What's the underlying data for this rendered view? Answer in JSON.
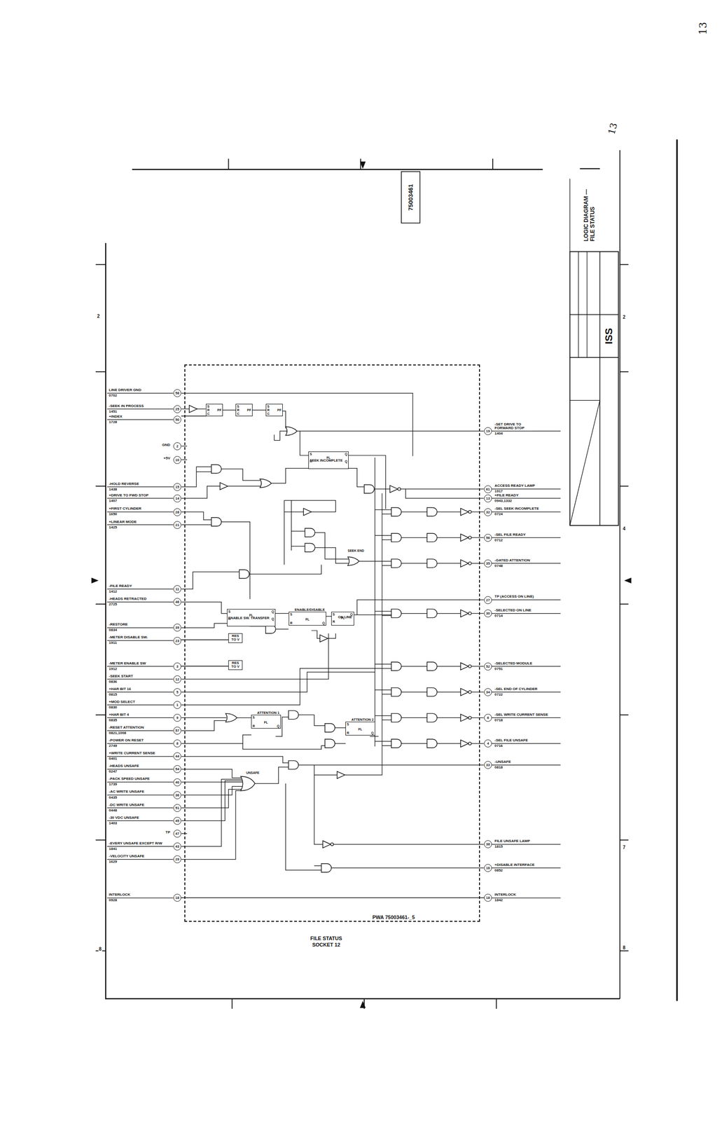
{
  "diagram": {
    "title": "LOGIC DIAGRAM — FILE STATUS",
    "caption": "FILE STATUS SOCKET 12",
    "nodes": [
      {
        "text": [
          "PWA 75003461-_5"
        ]
      },
      {
        "text": [
          "S",
          "PF",
          "R",
          "C"
        ],
        "in": 0
      },
      {
        "text": [
          "S",
          "PF",
          "R",
          "C"
        ],
        "in": 0
      },
      {
        "text": [
          "S",
          "PF",
          "R",
          "C"
        ],
        "in": 0
      },
      {
        "text": [
          "SEEK INCOMPLETE",
          "S",
          "Q",
          "FL",
          "R",
          "Q"
        ],
        "in": 0
      },
      {
        "text": [
          "ENABLE SW. TRANSFER",
          "S",
          "Q",
          "FL",
          "R",
          "Q"
        ],
        "in": 0
      },
      {
        "text": [
          "ENABLE/DISABLE",
          "S",
          "FL",
          "R",
          "Q"
        ],
        "in": 0
      },
      {
        "text": [
          "ON LINE",
          "S",
          "Q",
          "FL",
          "R"
        ],
        "in": 0
      },
      {
        "text": [
          "RES TO V"
        ],
        "in": 0
      },
      {
        "text": [
          "RES TO V"
        ],
        "in": 0
      },
      {
        "text": [
          "ATTENTION 1",
          "S",
          "FL",
          "R",
          "Q"
        ],
        "in": 0
      },
      {
        "text": [
          "ATTENTION 2",
          "S",
          "FL",
          "R",
          "Q"
        ],
        "in": 0
      },
      {
        "text": [
          "58"
        ]
      },
      {
        "text": [
          "25"
        ]
      },
      {
        "text": [
          "50"
        ]
      },
      {
        "text": [
          "2"
        ]
      },
      {
        "text": [
          "10"
        ]
      },
      {
        "text": [
          "15"
        ]
      },
      {
        "text": [
          "14"
        ]
      },
      {
        "text": [
          "28"
        ]
      },
      {
        "text": [
          "21"
        ]
      },
      {
        "text": [
          "11"
        ]
      },
      {
        "text": [
          "46"
        ]
      },
      {
        "text": [
          "39"
        ]
      },
      {
        "text": [
          "23"
        ]
      },
      {
        "text": [
          "3"
        ]
      },
      {
        "text": [
          "12"
        ]
      },
      {
        "text": [
          "5"
        ]
      },
      {
        "text": [
          "1"
        ]
      },
      {
        "text": [
          "9"
        ]
      },
      {
        "text": [
          "57"
        ]
      },
      {
        "text": [
          "8"
        ]
      },
      {
        "text": [
          "44"
        ]
      },
      {
        "text": [
          "54"
        ]
      },
      {
        "text": [
          "40"
        ]
      },
      {
        "text": [
          "36"
        ]
      },
      {
        "text": [
          "51"
        ]
      },
      {
        "text": [
          "45"
        ]
      },
      {
        "text": [
          "47"
        ]
      },
      {
        "text": [
          "43"
        ]
      },
      {
        "text": [
          "29"
        ]
      },
      {
        "text": [
          "18"
        ]
      },
      {
        "text": [
          "19"
        ]
      },
      {
        "text": [
          "61"
        ]
      },
      {
        "text": [
          "13"
        ]
      },
      {
        "text": [
          "32"
        ]
      },
      {
        "text": [
          "56"
        ]
      },
      {
        "text": [
          "35"
        ]
      },
      {
        "text": [
          "27"
        ]
      },
      {
        "text": [
          "30"
        ]
      },
      {
        "text": [
          "52"
        ]
      },
      {
        "text": [
          "34"
        ]
      },
      {
        "text": [
          "6"
        ]
      },
      {
        "text": [
          "4"
        ]
      },
      {
        "text": [
          "33"
        ]
      },
      {
        "text": [
          "38"
        ]
      },
      {
        "text": [
          "16"
        ]
      },
      {
        "text": [
          "18"
        ]
      }
    ],
    "edges": [
      {
        "from": 14,
        "to": 1,
        "arrow": "none"
      },
      {
        "from": 1,
        "to": 2,
        "arrow": "none"
      },
      {
        "from": 2,
        "to": 3,
        "arrow": "none"
      },
      {
        "from": 24,
        "to": 8,
        "arrow": "none"
      },
      {
        "from": 25,
        "to": 9,
        "arrow": "none"
      },
      {
        "from": 41,
        "to": 57,
        "arrow": "none"
      }
    ],
    "labels": [
      "LINE DRIVER GND",
      "0702",
      "-SEEK IN PROCESS",
      "1451",
      "+INDEX",
      "1728",
      "GND",
      "+5V",
      "-HOLD REVERSE",
      "1438",
      "+DRIVE TO FWD STOP",
      "1407",
      "+FIRST CYLINDER",
      "1650",
      "+LINEAR MODE",
      "1425",
      "-FILE READY",
      "1412",
      "-HEADS RETRACTED",
      "2725",
      "-RESTORE",
      "0834",
      "-METER DISABLE SW.",
      "1911",
      "-METER ENABLE SW",
      "1912",
      "-SEEK START",
      "0836",
      "+HAR BIT 16",
      "0815",
      "+MOD SELECT",
      "0830",
      "+HAR BIT 4",
      "0835",
      "-RESET ATTENTION",
      "0821,1008",
      "-POWER ON RESET",
      "2749",
      "+WRITE CURRENT SENSE",
      "0401",
      "-HEADS UNSAFE",
      "0247",
      "-PACK SPEED UNSAFE",
      "1739",
      "-AC WRITE UNSAFE",
      "0435",
      "-DC WRITE UNSAFE",
      "0448",
      "-30 VDC UNSAFE",
      "1403",
      "TP",
      "-EVERY UNSAFE EXCEPT R/W",
      "1841",
      "-VELOCITY UNSAFE",
      "1629",
      "INTERLOCK",
      "0928",
      "-SET DRIVE TO FORWARD STOP",
      "1404",
      "ACCESS READY LAMP",
      "1917",
      "+FILE READY",
      "0943,1332",
      "-SEL SEEK INCOMPLETE",
      "0724",
      "-SEL FILE READY",
      "0712",
      "-GATED ATTENTION",
      "0748",
      "TP (ACCESS ON LINE)",
      "-SELECTED ON LINE",
      "0714",
      "-SELECTED MODULE",
      "0751",
      "-SEL END OF CYLINDER",
      "0722",
      "-SEL WRITE CURRENT SENSE",
      "0718",
      "-SEL FILE UNSAFE",
      "0716",
      "-UNSAFE",
      "0818",
      "FILE UNSAFE LAMP",
      "1815",
      "+DISABLE INTERFACE",
      "0852",
      "INTERLOCK",
      "1842",
      "SEEK END",
      "UNSAFE",
      "75003461",
      "ISS",
      "13",
      "13",
      "2",
      "2",
      "4",
      "7",
      "8",
      "8"
    ]
  }
}
